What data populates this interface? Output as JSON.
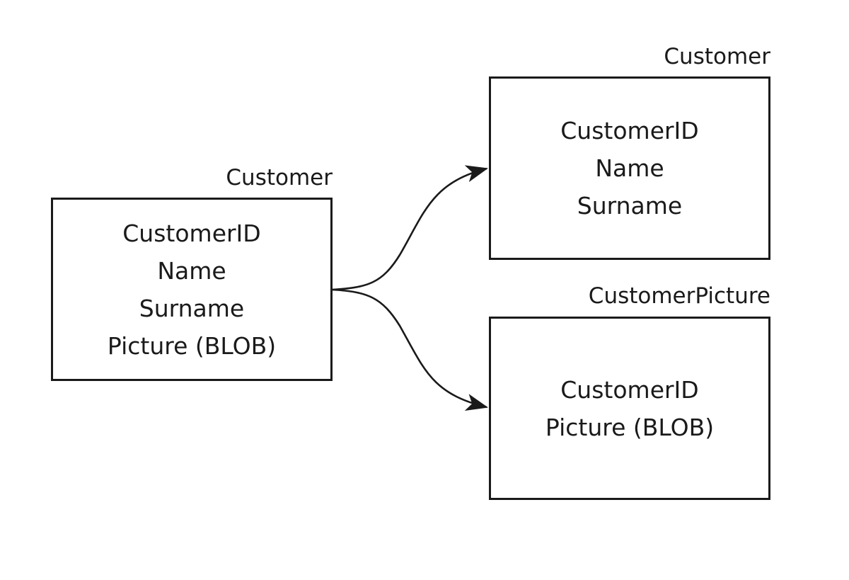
{
  "diagram": {
    "type": "entity-relationship-split",
    "background_color": "#ffffff",
    "stroke_color": "#1a1a1a",
    "entities": [
      {
        "id": "source",
        "title": "Customer",
        "fields": [
          "CustomerID",
          "Name",
          "Surname",
          "Picture (BLOB)"
        ]
      },
      {
        "id": "customer",
        "title": "Customer",
        "fields": [
          "CustomerID",
          "Name",
          "Surname"
        ]
      },
      {
        "id": "customerpicture",
        "title": "CustomerPicture",
        "fields": [
          "CustomerID",
          "Picture (BLOB)"
        ]
      }
    ],
    "connectors": [
      {
        "id": "source-to-customer",
        "from": "source",
        "to": "customer",
        "arrowhead": "filled-triangle"
      },
      {
        "id": "source-to-customerpicture",
        "from": "source",
        "to": "customerpicture",
        "arrowhead": "filled-triangle"
      }
    ]
  }
}
